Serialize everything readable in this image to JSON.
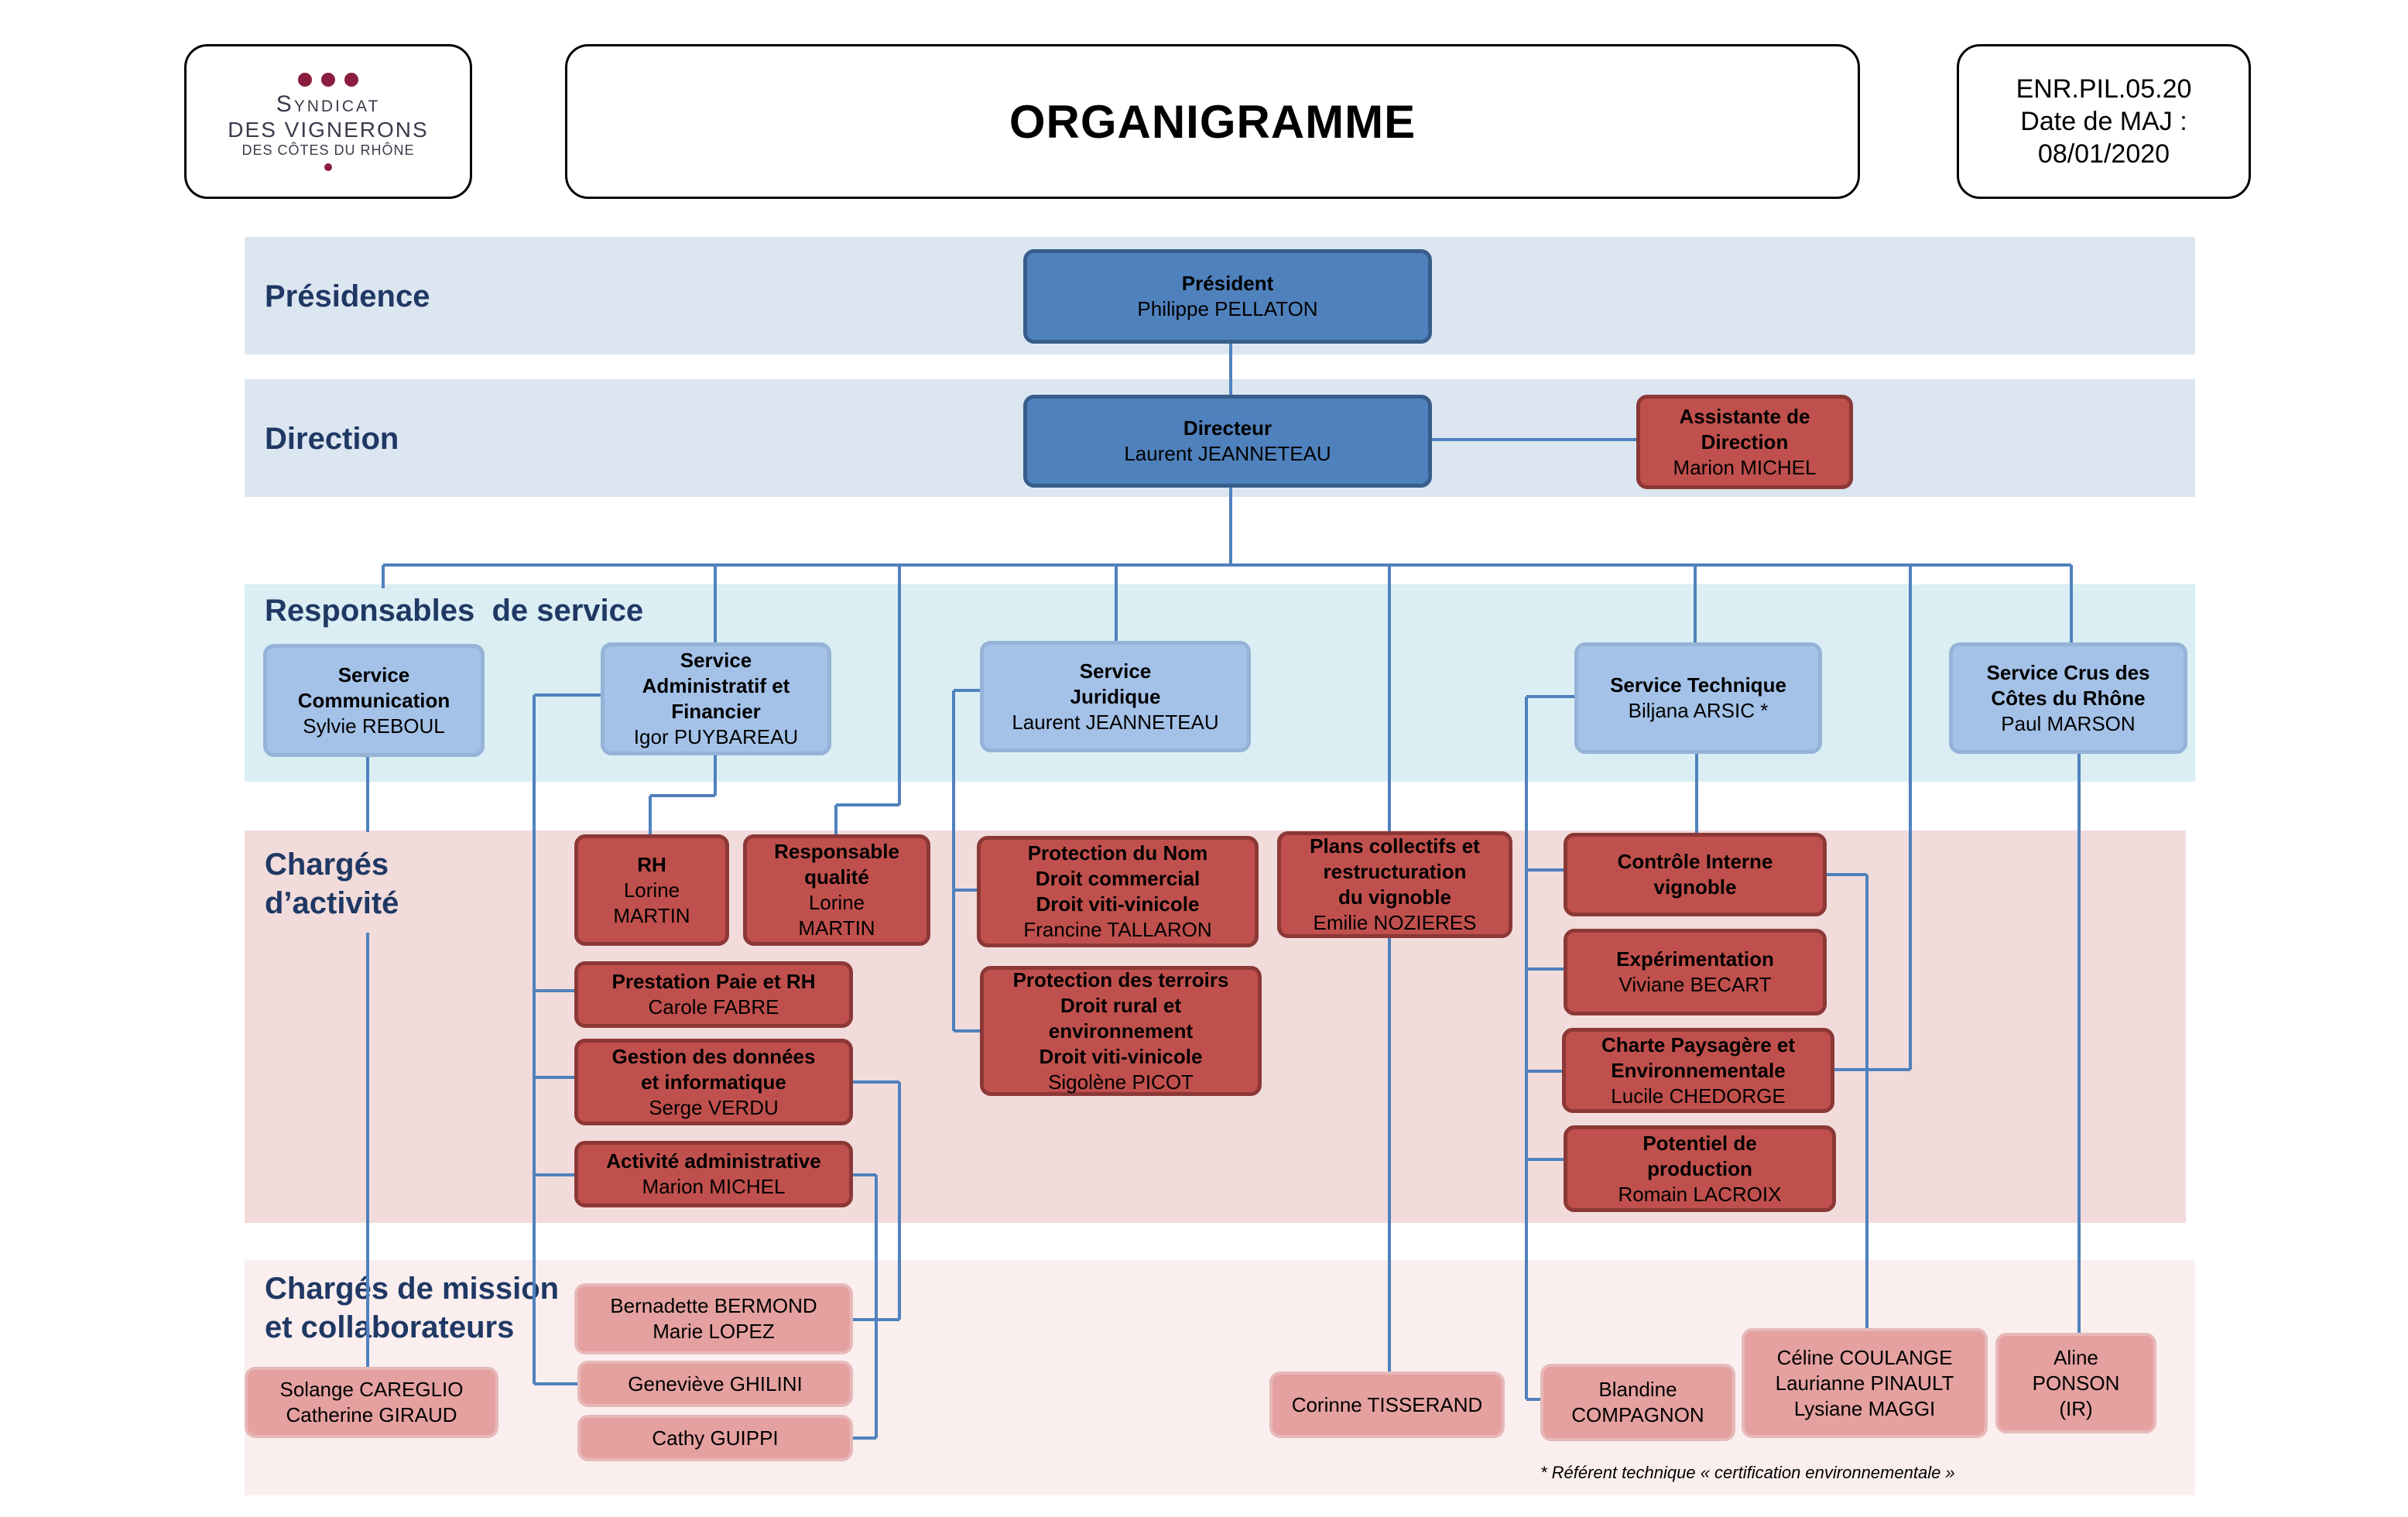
{
  "header": {
    "logo": {
      "line1": "Syndicat",
      "line2": "des Vignerons",
      "line3": "des Côtes du Rhône"
    },
    "title": "ORGANIGRAMME",
    "ref": {
      "code": "ENR.PIL.05.20",
      "date_label": "Date de MAJ :",
      "date": "08/01/2020"
    }
  },
  "bands": {
    "presidence": "Présidence",
    "direction": "Direction",
    "responsables": "Responsables  de service",
    "charges_activite": "Chargés\nd’activité",
    "charges_mission": "Chargés de mission\net collaborateurs"
  },
  "nodes": {
    "president": {
      "title": "Président",
      "name": "Philippe PELLATON"
    },
    "directeur": {
      "title": "Directeur",
      "name": "Laurent JEANNETEAU"
    },
    "assistante": {
      "title": "Assistante de\nDirection",
      "name": "Marion MICHEL"
    },
    "svc_com": {
      "title": "Service\nCommunication",
      "name": "Sylvie REBOUL"
    },
    "svc_admin": {
      "title": "Service\nAdministratif et\nFinancier",
      "name": "Igor PUYBAREAU"
    },
    "svc_jur": {
      "title": "Service\nJuridique",
      "name": "Laurent JEANNETEAU"
    },
    "svc_tech": {
      "title": "Service  Technique",
      "name": "Biljana ARSIC *"
    },
    "svc_crus": {
      "title": "Service Crus des\nCôtes du Rhône",
      "name": "Paul MARSON"
    },
    "rh": {
      "title": "RH",
      "name": "Lorine\nMARTIN"
    },
    "resp_qualite": {
      "title": "Responsable\nqualité",
      "name": "Lorine\nMARTIN"
    },
    "prot_nom": {
      "title": "Protection du Nom\nDroit commercial\nDroit viti-vinicole",
      "name": "Francine TALLARON"
    },
    "plans": {
      "title": "Plans collectifs et\nrestructuration\ndu vignoble",
      "name": "Emilie NOZIERES"
    },
    "controle": {
      "title": "Contrôle Interne\nvignoble",
      "name": ""
    },
    "prestation": {
      "title": "Prestation Paie et RH",
      "name": "Carole FABRE"
    },
    "gestion": {
      "title": "Gestion des données\net informatique",
      "name": "Serge VERDU"
    },
    "activite": {
      "title": "Activité administrative",
      "name": "Marion MICHEL"
    },
    "prot_terroirs": {
      "title": "Protection des terroirs\nDroit rural et\nenvironnement\nDroit viti-vinicole",
      "name": "Sigolène PICOT"
    },
    "experimentation": {
      "title": "Expérimentation",
      "name": "Viviane BECART"
    },
    "charte": {
      "title": "Charte Paysagère et\nEnvironnementale",
      "name": "Lucile CHEDORGE"
    },
    "potentiel": {
      "title": "Potentiel de\nproduction",
      "name": "Romain LACROIX"
    },
    "m_solange": {
      "name": "Solange CAREGLIO\nCatherine GIRAUD"
    },
    "m_bernadette": {
      "name": "Bernadette BERMOND\nMarie LOPEZ"
    },
    "m_genevieve": {
      "name": "Geneviève GHILINI"
    },
    "m_cathy": {
      "name": "Cathy GUIPPI"
    },
    "m_corinne": {
      "name": "Corinne TISSERAND"
    },
    "m_blandine": {
      "name": "Blandine\nCOMPAGNON"
    },
    "m_celine": {
      "name": "Céline COULANGE\nLaurianne PINAULT\nLysiane MAGGI"
    },
    "m_aline": {
      "name": "Aline\nPONSON\n(IR)"
    }
  },
  "footnote": "* Référent technique « certification environnementale »",
  "colors": {
    "band_blue": "#dce6f1",
    "band_cyan": "#daeef3",
    "band_red": "#f2dcdb",
    "band_pink": "#fbeeee",
    "line": "#4f81bd",
    "label": "#1f3864"
  }
}
